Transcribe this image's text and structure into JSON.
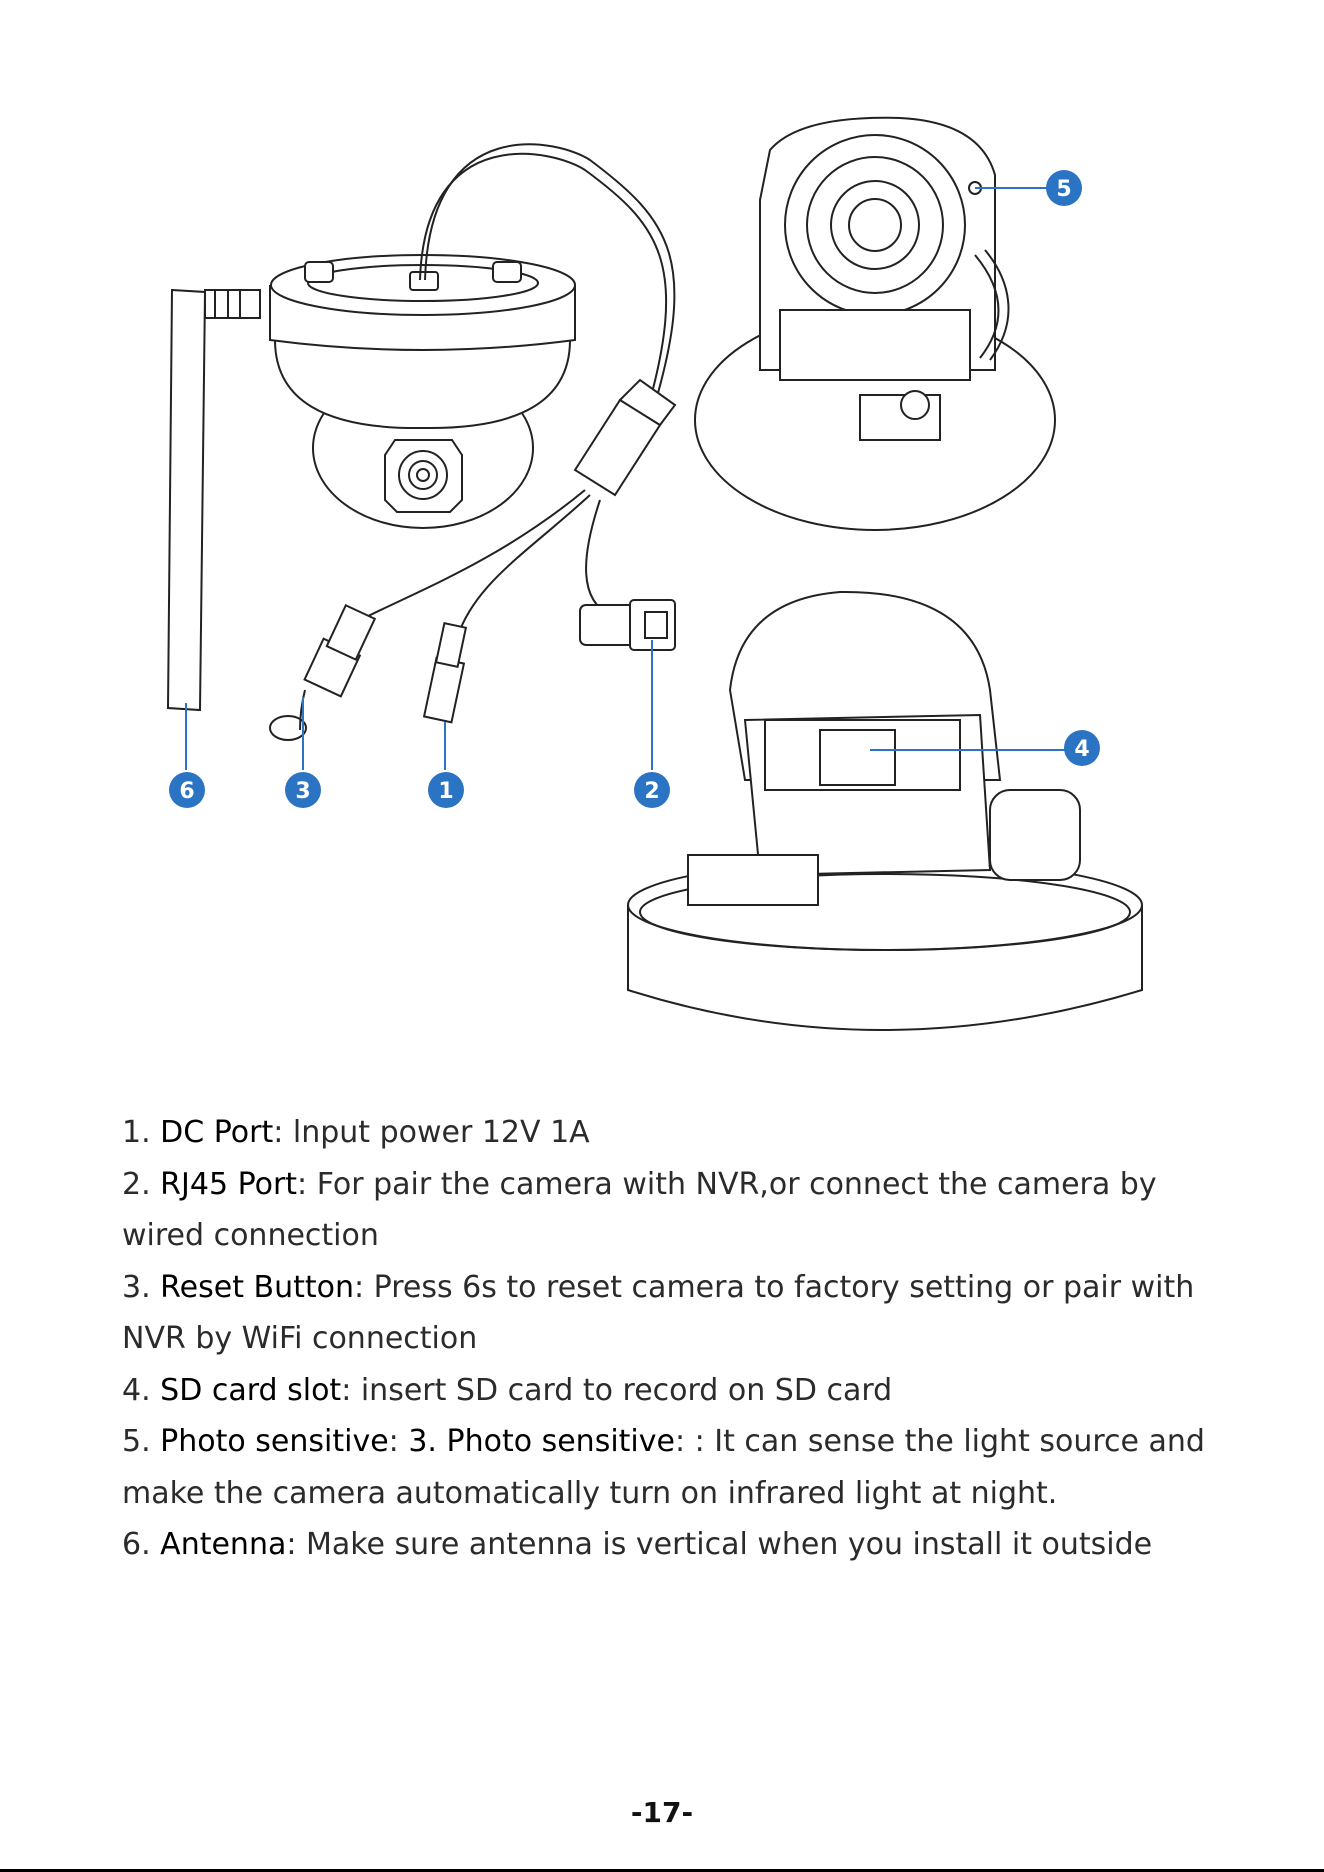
{
  "callouts": [
    "1",
    "2",
    "3",
    "4",
    "5",
    "6"
  ],
  "items": [
    {
      "num": "1.",
      "name": "DC Port",
      "sep": ":",
      "desc": " lnput power 12V 1A"
    },
    {
      "num": "2.",
      "name": "RJ45 Port",
      "sep": ":",
      "desc": " For pair the camera with NVR,or connect the camera by wired connection"
    },
    {
      "num": "3.",
      "name": "Reset Button",
      "sep": ":",
      "desc": " Press 6s to reset camera to factory setting or pair with NVR by WiFi connection"
    },
    {
      "num": "4.",
      "name": "SD card slot",
      "sep": ":",
      "desc": " insert SD card to record on SD card"
    },
    {
      "num": "5.",
      "name": "Photo sensitive",
      "sep": ": ",
      "name2": "3. Photo sensitive",
      "sep2": ":",
      "desc": " : It can sense the light source and make the camera automatically turn on infrared light at night."
    },
    {
      "num": "6.",
      "name": "Antenna",
      "sep": ":",
      "desc": " Make sure antenna is vertical when you install it outside"
    }
  ],
  "page_number": "-17-",
  "colors": {
    "callout": "#2b74c4",
    "text": "#2b2b2b"
  }
}
